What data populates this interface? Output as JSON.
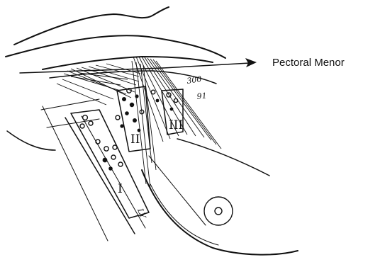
{
  "annotation": {
    "label": "Pectoral Menor"
  },
  "regions": {
    "level_1": "I",
    "level_2": "II",
    "level_3": "III",
    "sketch_mark_a": "300",
    "sketch_mark_b": "91",
    "sketch_mark_c": "LY"
  },
  "colors": {
    "ink": "#111111",
    "paper": "#ffffff"
  }
}
